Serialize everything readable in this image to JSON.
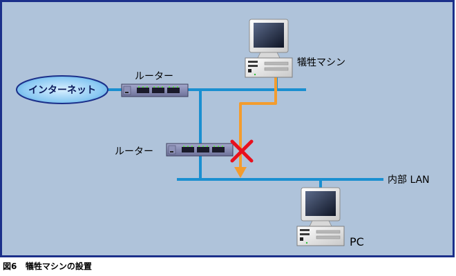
{
  "nodes": {
    "internet": {
      "label": "インターネット"
    },
    "router_top": {
      "label": "ルーター"
    },
    "router_mid": {
      "label": "ルーター"
    },
    "sacrificial_machine": {
      "label": "犠牲マシン"
    },
    "internal_lan": {
      "label": "内部 LAN"
    },
    "pc": {
      "label": "PC"
    }
  },
  "blocked_mark": {
    "symbol": "×",
    "color": "#e8101e"
  },
  "caption": {
    "figure": "図6",
    "text": "犠牲マシンの設置"
  },
  "colors": {
    "background": "#afc3da",
    "border": "#1b2f8a",
    "network_line": "#1a8fd0",
    "path_arrow": "#f39c2e",
    "cloud": "#87c4f0"
  }
}
